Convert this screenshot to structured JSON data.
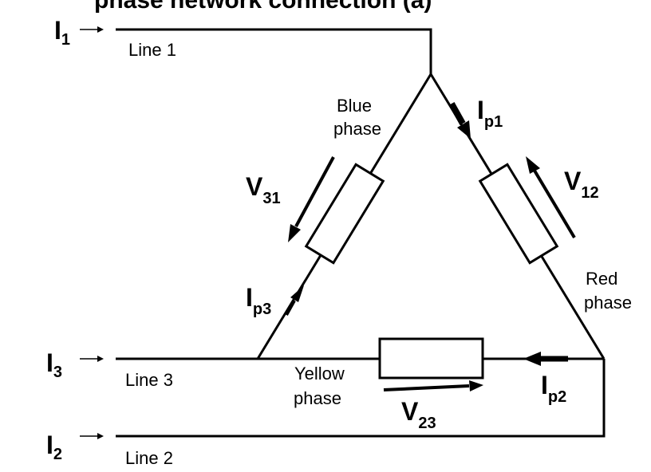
{
  "header": {
    "partial_text": "phase network connection (a)"
  },
  "lines": {
    "line1": {
      "label": "Line 1",
      "current": "I",
      "current_sub": "1"
    },
    "line2": {
      "label": "Line 2",
      "current": "I",
      "current_sub": "2"
    },
    "line3": {
      "label": "Line 3",
      "current": "I",
      "current_sub": "3"
    }
  },
  "phases": {
    "blue": {
      "line_a": "Blue",
      "line_b": "phase"
    },
    "red": {
      "line_a": "Red",
      "line_b": "phase"
    },
    "yellow": {
      "line_a": "Yellow",
      "line_b": "phase"
    }
  },
  "phase_currents": {
    "ip1": {
      "main": "I",
      "sub": "p1"
    },
    "ip2": {
      "main": "I",
      "sub": "p2"
    },
    "ip3": {
      "main": "I",
      "sub": "p3"
    }
  },
  "voltages": {
    "v12": {
      "main": "V",
      "sub": "12"
    },
    "v23": {
      "main": "V",
      "sub": "23"
    },
    "v31": {
      "main": "V",
      "sub": "31"
    }
  },
  "colors": {
    "stroke": "#000000",
    "background": "#ffffff"
  }
}
